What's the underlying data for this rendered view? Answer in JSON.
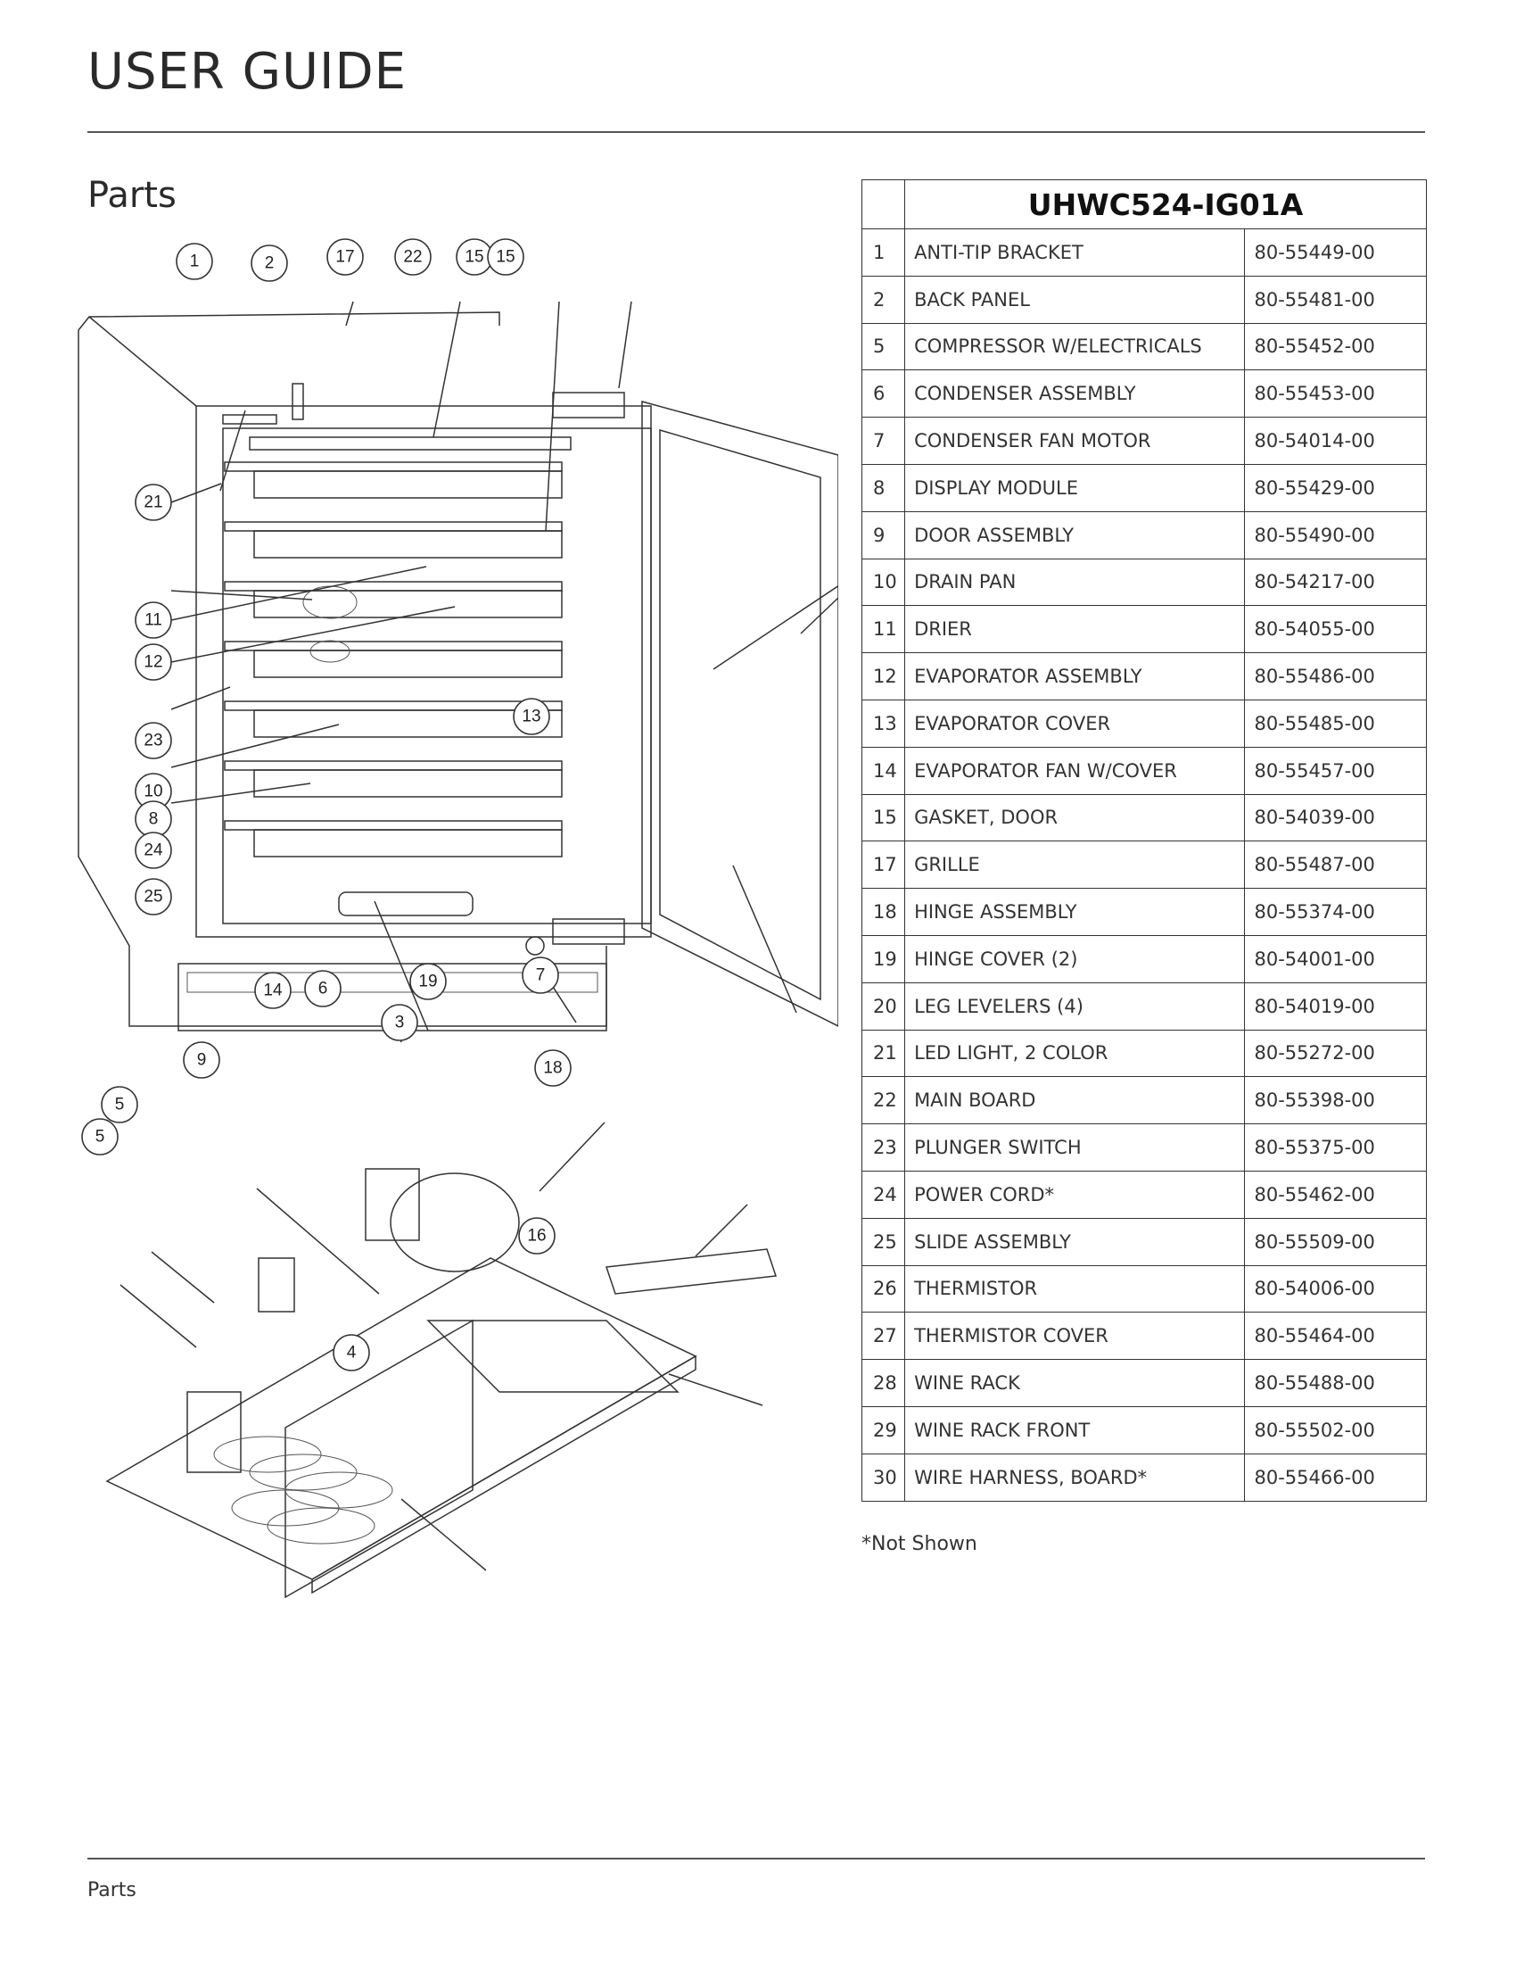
{
  "header": {
    "title": "USER GUIDE"
  },
  "section": {
    "title": "Parts"
  },
  "table": {
    "model": "UHWC524-IG01A",
    "rows": [
      {
        "num": "1",
        "name": "ANTI-TIP BRACKET",
        "part": "80-55449-00"
      },
      {
        "num": "2",
        "name": "BACK PANEL",
        "part": "80-55481-00"
      },
      {
        "num": "5",
        "name": "COMPRESSOR W/ELECTRICALS",
        "part": "80-55452-00"
      },
      {
        "num": "6",
        "name": "CONDENSER ASSEMBLY",
        "part": "80-55453-00"
      },
      {
        "num": "7",
        "name": "CONDENSER FAN MOTOR",
        "part": "80-54014-00"
      },
      {
        "num": "8",
        "name": "DISPLAY MODULE",
        "part": "80-55429-00"
      },
      {
        "num": "9",
        "name": "DOOR ASSEMBLY",
        "part": "80-55490-00"
      },
      {
        "num": "10",
        "name": "DRAIN PAN",
        "part": "80-54217-00"
      },
      {
        "num": "11",
        "name": "DRIER",
        "part": "80-54055-00"
      },
      {
        "num": "12",
        "name": "EVAPORATOR ASSEMBLY",
        "part": "80-55486-00"
      },
      {
        "num": "13",
        "name": "EVAPORATOR COVER",
        "part": "80-55485-00"
      },
      {
        "num": "14",
        "name": "EVAPORATOR FAN W/COVER",
        "part": "80-55457-00"
      },
      {
        "num": "15",
        "name": "GASKET, DOOR",
        "part": "80-54039-00"
      },
      {
        "num": "17",
        "name": "GRILLE",
        "part": "80-55487-00"
      },
      {
        "num": "18",
        "name": "HINGE ASSEMBLY",
        "part": "80-55374-00"
      },
      {
        "num": "19",
        "name": "HINGE COVER (2)",
        "part": "80-54001-00"
      },
      {
        "num": "20",
        "name": "LEG LEVELERS (4)",
        "part": "80-54019-00"
      },
      {
        "num": "21",
        "name": "LED LIGHT, 2 COLOR",
        "part": "80-55272-00"
      },
      {
        "num": "22",
        "name": "MAIN BOARD",
        "part": "80-55398-00"
      },
      {
        "num": "23",
        "name": "PLUNGER SWITCH",
        "part": "80-55375-00"
      },
      {
        "num": "24",
        "name": "POWER CORD*",
        "part": "80-55462-00"
      },
      {
        "num": "25",
        "name": "SLIDE ASSEMBLY",
        "part": "80-55509-00"
      },
      {
        "num": "26",
        "name": "THERMISTOR",
        "part": "80-54006-00"
      },
      {
        "num": "27",
        "name": "THERMISTOR COVER",
        "part": "80-55464-00"
      },
      {
        "num": "28",
        "name": "WINE RACK",
        "part": "80-55488-00"
      },
      {
        "num": "29",
        "name": "WINE RACK FRONT",
        "part": "80-55502-00"
      },
      {
        "num": "30",
        "name": "WIRE HARNESS, BOARD*",
        "part": "80-55466-00"
      }
    ],
    "footnote": "*Not Shown"
  },
  "diagram": {
    "callouts": [
      "1",
      "2",
      "17",
      "22",
      "15",
      "15",
      "21",
      "11",
      "12",
      "23",
      "10",
      "8",
      "24",
      "25",
      "13",
      "14",
      "6",
      "19",
      "7",
      "3",
      "9",
      "18",
      "5",
      "5",
      "16",
      "4"
    ]
  },
  "footer": {
    "label": "Parts"
  }
}
